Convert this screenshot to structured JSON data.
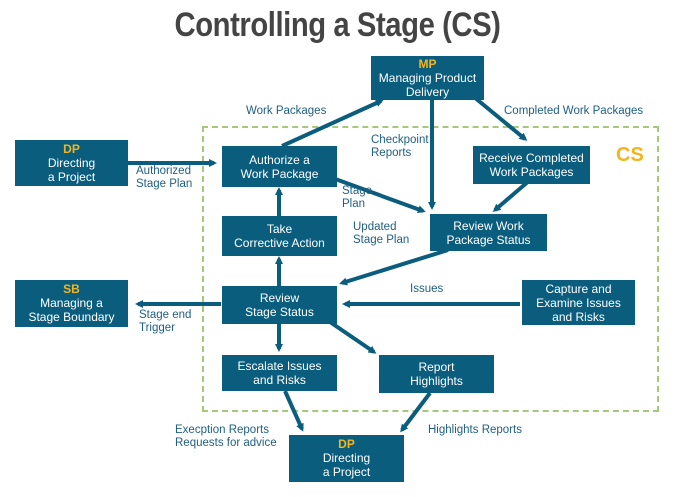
{
  "title": "Controlling a Stage (CS)",
  "stage_label": "CS",
  "colors": {
    "box": "#0b5d7e",
    "code": "#f2b51d",
    "frame": "#a7c77a",
    "label": "#1f5f82",
    "arrow": "#0b5d7e"
  },
  "boxes": {
    "mp": {
      "code": "MP",
      "text": "Managing Product\nDelivery"
    },
    "dp_top": {
      "code": "DP",
      "text": "Directing\na Project"
    },
    "authorize": {
      "text": "Authorize a\nWork Package"
    },
    "receive": {
      "text": "Receive Completed\nWork Packages"
    },
    "take": {
      "text": "Take\nCorrective Action"
    },
    "review_wp": {
      "text": "Review Work\nPackage Status"
    },
    "sb": {
      "code": "SB",
      "text": "Managing a\nStage Boundary"
    },
    "review_stage": {
      "text": "Review\nStage Status"
    },
    "capture": {
      "text": "Capture and\nExamine Issues\nand Risks"
    },
    "escalate": {
      "text": "Escalate Issues\nand Risks"
    },
    "report": {
      "text": "Report\nHighlights"
    },
    "dp_bottom": {
      "code": "DP",
      "text": "Directing\na Project"
    }
  },
  "labels": {
    "work_packages": "Work Packages",
    "completed_work_packages": "Completed Work Packages",
    "checkpoint_reports": "Checkpoint\nReports",
    "authorized_stage_plan": "Authorized\nStage Plan",
    "stage_plan": "Stage\nPlan",
    "updated_stage_plan": "Updated\nStage Plan",
    "issues": "Issues",
    "stage_end_trigger": "Stage end\nTrigger",
    "exception_reports": "Execption Reports\nRequests for advice",
    "highlights_reports": "Highlights Reports"
  }
}
